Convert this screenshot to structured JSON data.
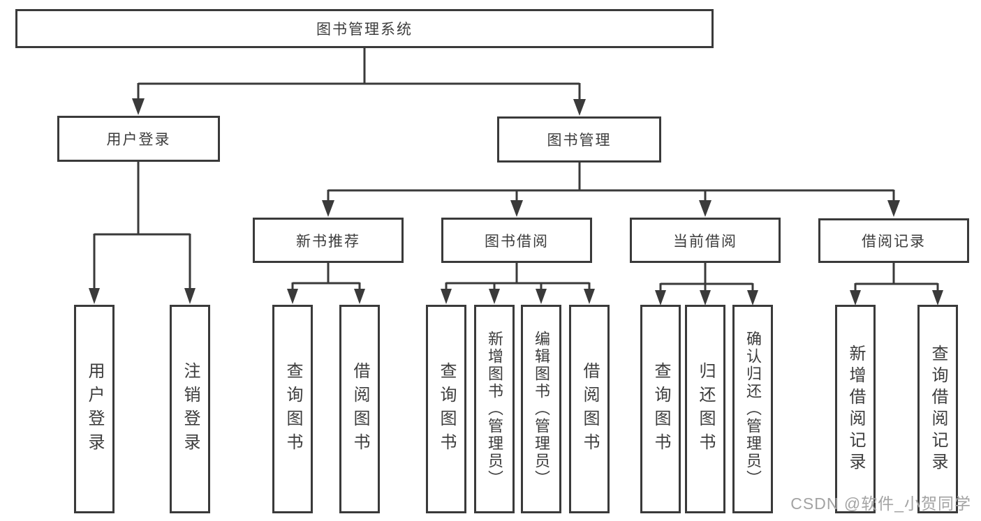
{
  "diagram": {
    "type": "hierarchy-tree",
    "colors": {
      "line": "#3a3a3a",
      "box_border": "#3a3a3a",
      "box_background": "#ffffff",
      "text": "#3c3c3c",
      "watermark_text": "#a3a3a3"
    },
    "watermark": "CSDN @软件_小贺同学",
    "nodes": {
      "root": {
        "label": "图书管理系统"
      },
      "user_login": {
        "label": "用户登录"
      },
      "book_management": {
        "label": "图书管理"
      },
      "new_book_recommend": {
        "label": "新书推荐"
      },
      "book_borrowing": {
        "label": "图书借阅"
      },
      "current_borrowing": {
        "label": "当前借阅"
      },
      "borrowing_records": {
        "label": "借阅记录"
      },
      "login_leaf": {
        "label": "用户登录"
      },
      "logout_leaf": {
        "label": "注销登录"
      },
      "recommend_query_books": {
        "label": "查询图书"
      },
      "recommend_borrow_books": {
        "label": "借阅图书"
      },
      "borrowing_query_books": {
        "label": "查询图书"
      },
      "borrowing_add_books": {
        "label": "新增图书（管理员）"
      },
      "borrowing_edit_books": {
        "label": "编辑图书（管理员）"
      },
      "borrowing_borrow_books": {
        "label": "借阅图书"
      },
      "current_query_books": {
        "label": "查询图书"
      },
      "current_return_books": {
        "label": "归还图书"
      },
      "current_confirm_return": {
        "label": "确认归还（管理员）"
      },
      "records_add_record": {
        "label": "新增借阅记录"
      },
      "records_query_record": {
        "label": "查询借阅记录"
      }
    },
    "edges": [
      [
        "root",
        "user_login"
      ],
      [
        "root",
        "book_management"
      ],
      [
        "user_login",
        "login_leaf"
      ],
      [
        "user_login",
        "logout_leaf"
      ],
      [
        "book_management",
        "new_book_recommend"
      ],
      [
        "book_management",
        "book_borrowing"
      ],
      [
        "book_management",
        "current_borrowing"
      ],
      [
        "book_management",
        "borrowing_records"
      ],
      [
        "new_book_recommend",
        "recommend_query_books"
      ],
      [
        "new_book_recommend",
        "recommend_borrow_books"
      ],
      [
        "book_borrowing",
        "borrowing_query_books"
      ],
      [
        "book_borrowing",
        "borrowing_add_books"
      ],
      [
        "book_borrowing",
        "borrowing_edit_books"
      ],
      [
        "book_borrowing",
        "borrowing_borrow_books"
      ],
      [
        "current_borrowing",
        "current_query_books"
      ],
      [
        "current_borrowing",
        "current_return_books"
      ],
      [
        "current_borrowing",
        "current_confirm_return"
      ],
      [
        "borrowing_records",
        "records_add_record"
      ],
      [
        "borrowing_records",
        "records_query_record"
      ]
    ]
  }
}
